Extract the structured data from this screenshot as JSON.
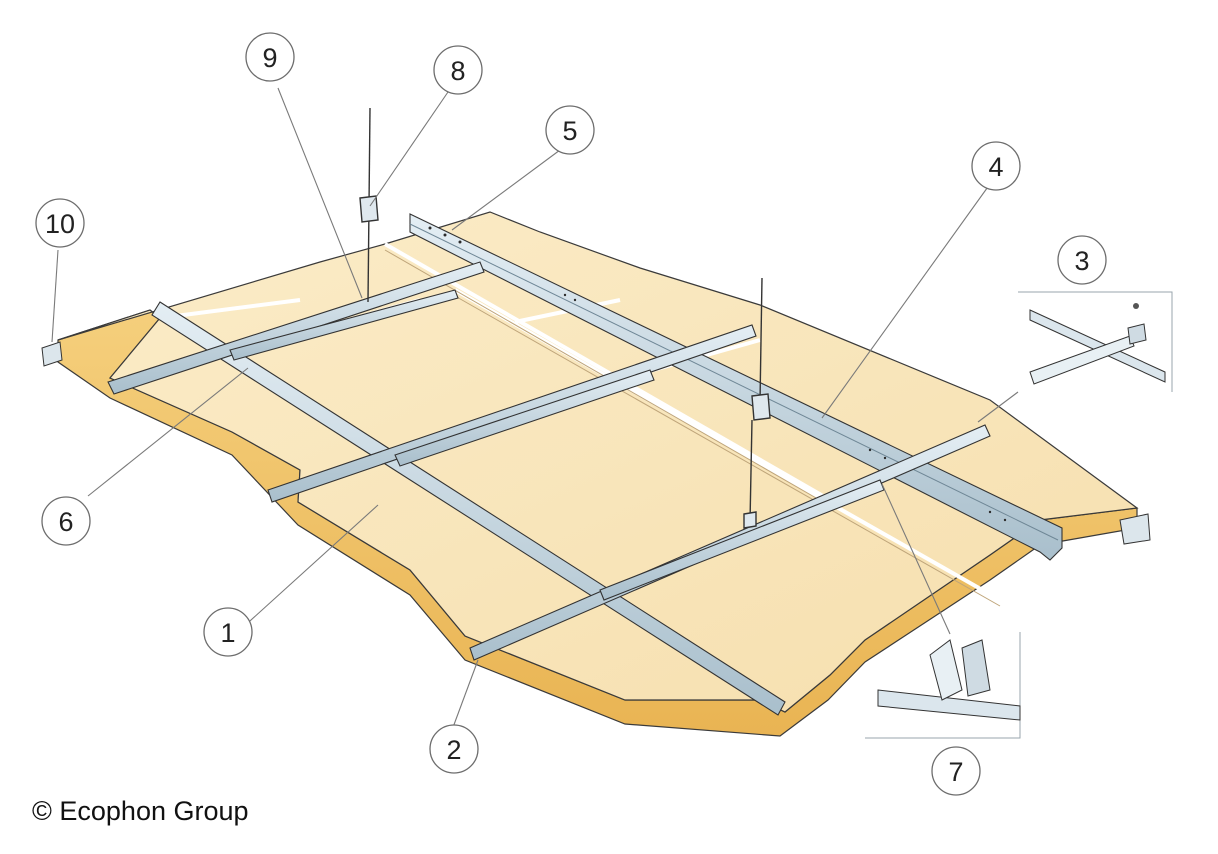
{
  "callouts": [
    {
      "label": "1"
    },
    {
      "label": "2"
    },
    {
      "label": "3"
    },
    {
      "label": "4"
    },
    {
      "label": "5"
    },
    {
      "label": "6"
    },
    {
      "label": "7"
    },
    {
      "label": "8"
    },
    {
      "label": "9"
    },
    {
      "label": "10"
    }
  ],
  "copyright": "© Ecophon Group",
  "colors": {
    "tile_face": "#f9e6bd",
    "tile_edge": "#f0c36a",
    "tile_edge_dark": "#e6ad4a",
    "grid_metal": "#c9dbe6",
    "grid_metal_dark": "#8fa6b6",
    "outline": "#2a2a2a"
  }
}
